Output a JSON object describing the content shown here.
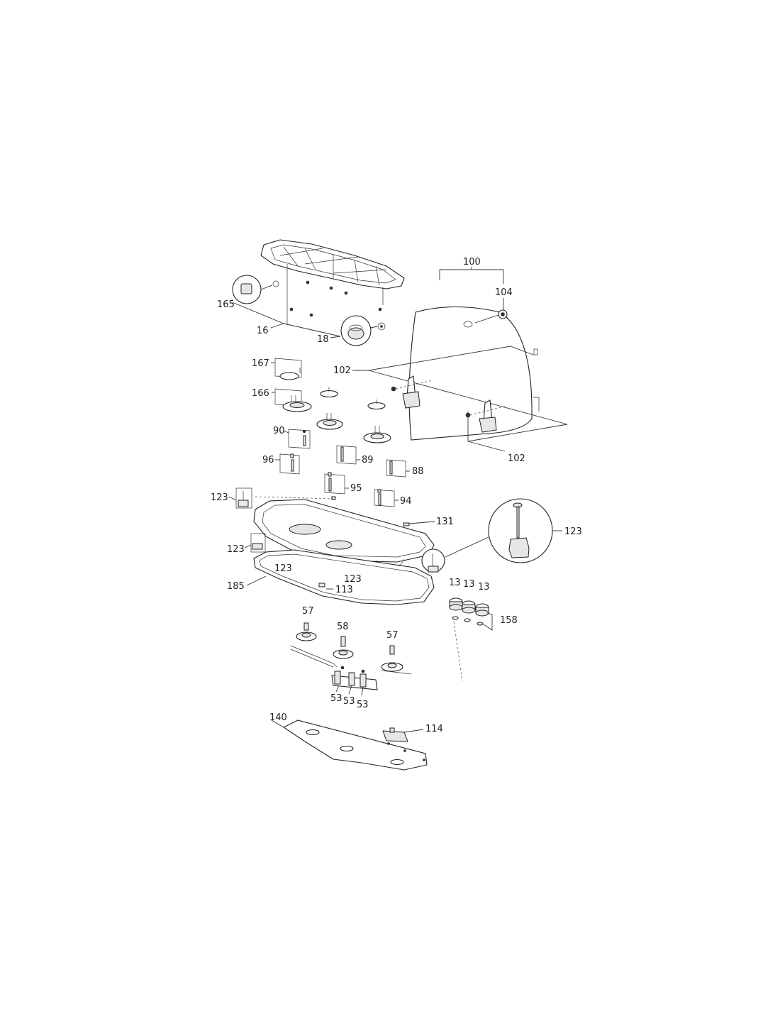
{
  "diagram": {
    "labels": {
      "l165": "165",
      "l16": "16",
      "l18": "18",
      "l100": "100",
      "l104": "104",
      "l102a": "102",
      "l102b": "102",
      "l167": "167",
      "l166": "166",
      "l90": "90",
      "l96": "96",
      "l89": "89",
      "l88": "88",
      "l95": "95",
      "l94": "94",
      "l123a": "123",
      "l123b": "123",
      "l123c": "123",
      "l123d": "123",
      "l123e": "123",
      "l131": "131",
      "l185": "185",
      "l113": "113",
      "l13a": "13",
      "l13b": "13",
      "l13c": "13",
      "l158": "158",
      "l57a": "57",
      "l58": "58",
      "l57b": "57",
      "l53a": "53",
      "l53b": "53",
      "l53c": "53",
      "l140": "140",
      "l114": "114"
    }
  }
}
